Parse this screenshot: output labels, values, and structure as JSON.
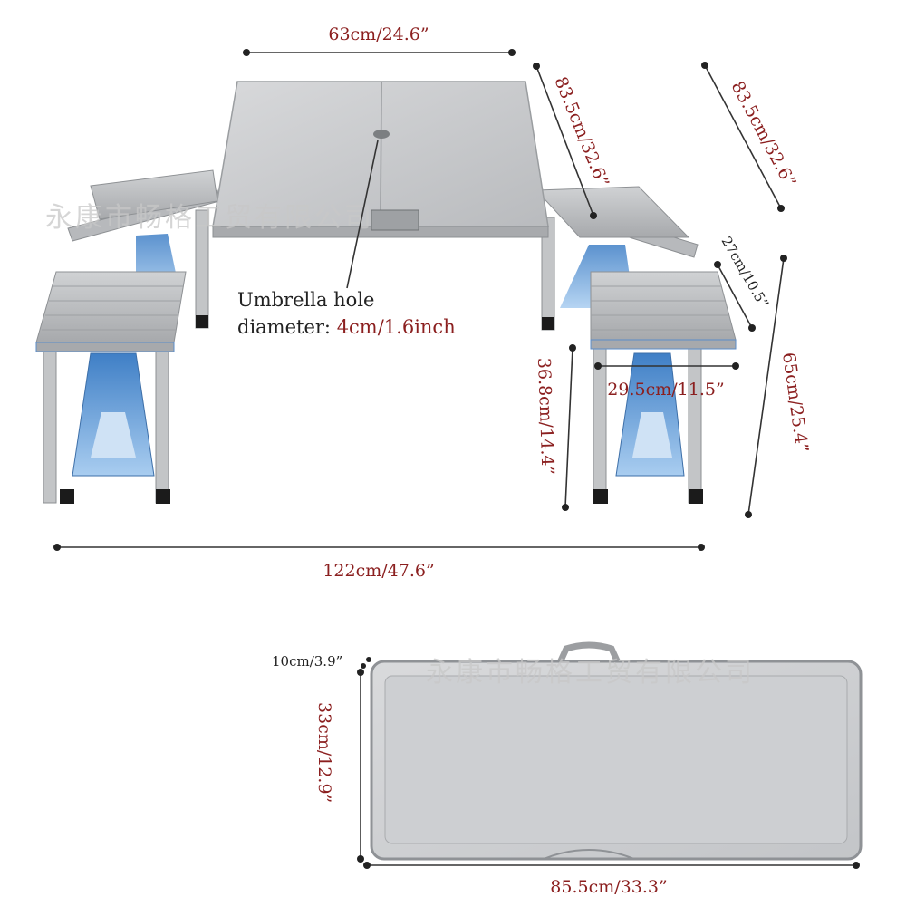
{
  "dimensions": {
    "table_top_width": "63cm/24.6”",
    "top_depth": "83.5cm/32.6”",
    "outer_depth": "83.5cm/32.6”",
    "seat_depth": "27cm/10.5”",
    "overall_height": "65cm/25.4”",
    "seat_height": "36.8cm/14.4”",
    "seat_width": "29.5cm/11.5”",
    "overall_length": "122cm/47.6”",
    "folded_thickness": "10cm/3.9”",
    "folded_height": "33cm/12.9”",
    "folded_length": "85.5cm/33.3”"
  },
  "umbrella_hole": {
    "line1": "Umbrella hole",
    "line2_prefix": "diameter: ",
    "line2_value": "4cm/1.6inch"
  },
  "watermark": "永康市畅格工贸有限公司",
  "colors": {
    "dimension_text": "#8b1f1f",
    "aluminium": "#c9cbcd",
    "blue_bracket": "#6fa8dc"
  }
}
